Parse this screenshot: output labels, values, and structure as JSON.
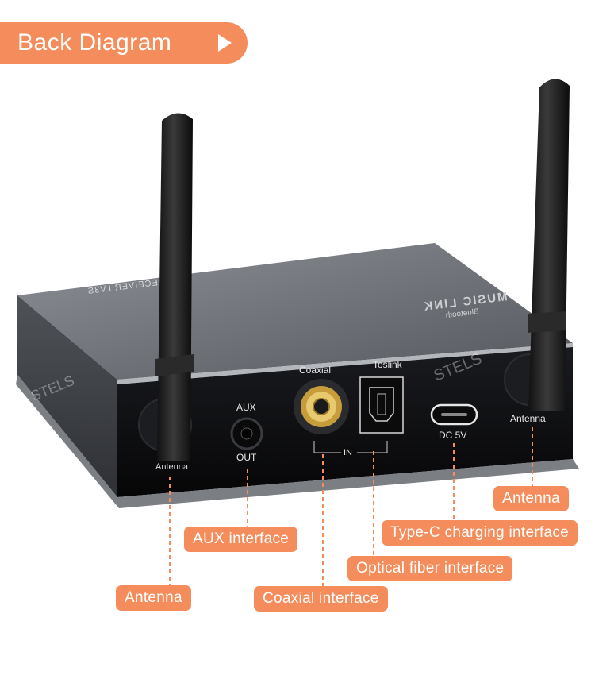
{
  "header": {
    "title": "Back Diagram"
  },
  "device": {
    "brand": "MUSIC LINK",
    "bluetooth": "Bluetooth",
    "model": "RECEIVER LV3S",
    "watermark": "STELS",
    "labels": {
      "coaxial": "Coaxial",
      "toslink": "Toslink",
      "aux": "AUX",
      "out": "OUT",
      "in": "IN",
      "dc": "DC 5V",
      "antenna_left": "Antenna",
      "antenna_right": "Antenna"
    }
  },
  "callouts": {
    "antenna_right": "Antenna",
    "type_c": "Type-C charging interface",
    "aux": "AUX interface",
    "optical": "Optical fiber interface",
    "antenna_left": "Antenna",
    "coaxial": "Coaxial interface"
  },
  "colors": {
    "accent": "#f48d5b",
    "body": "#5c5f64",
    "panel": "#0f1013"
  }
}
